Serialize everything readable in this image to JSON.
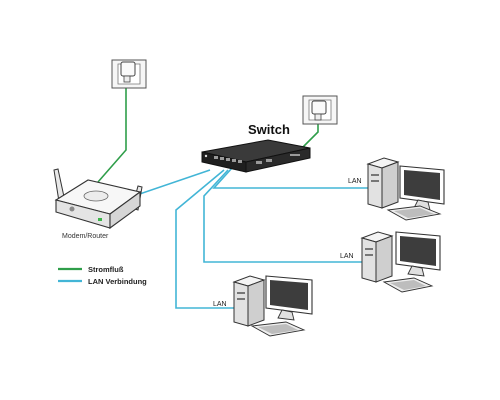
{
  "diagram": {
    "switch_label": "Switch",
    "router_label": "Modem/Router",
    "lan_labels": [
      "LAN",
      "LAN",
      "LAN"
    ],
    "legend": [
      {
        "label": "Stromfluß",
        "color": "#2f9e4a"
      },
      {
        "label": "LAN Verbindung",
        "color": "#42b5d6"
      }
    ],
    "colors": {
      "power_line": "#2f9e4a",
      "lan_line": "#42b5d6",
      "device_fill": "#f2f2f2",
      "device_stroke": "#3a3a3a",
      "switch_fill": "#1f1f1f"
    }
  }
}
